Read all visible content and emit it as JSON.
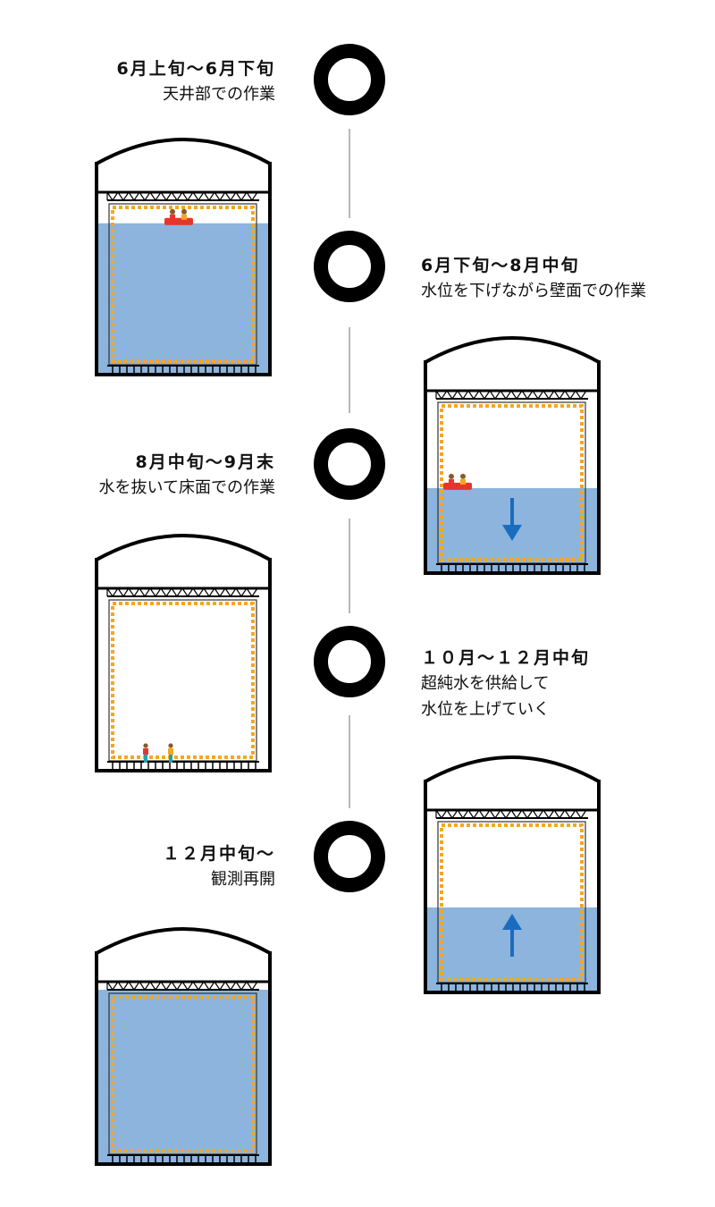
{
  "stages": [
    {
      "date": "6月上旬～6月下旬",
      "desc": [
        "天井部での作業"
      ],
      "water_level": 0.88,
      "arrow": "none",
      "workers": "raft"
    },
    {
      "date": "6月下旬～8月中旬",
      "desc": [
        "水位を下げながら壁面での作業"
      ],
      "water_level": 0.47,
      "arrow": "down",
      "workers": "raft"
    },
    {
      "date": "8月中旬～9月末",
      "desc": [
        "水を抜いて床面での作業"
      ],
      "water_level": 0.0,
      "arrow": "none",
      "workers": "floor"
    },
    {
      "date": "１０月～１２月中旬",
      "desc": [
        "超純水を供給して",
        "水位を上げていく"
      ],
      "water_level": 0.47,
      "arrow": "up",
      "workers": "none"
    },
    {
      "date": "１２月中旬～",
      "desc": [
        "観測再開"
      ],
      "water_level": 1.0,
      "arrow": "none",
      "workers": "none"
    }
  ],
  "colors": {
    "water": "#8cb4dc",
    "pmt": "#f5a623",
    "raft": "#e8352c",
    "arrow": "#1a6cbf",
    "outline": "#000000",
    "connector": "#b8b8b8"
  }
}
